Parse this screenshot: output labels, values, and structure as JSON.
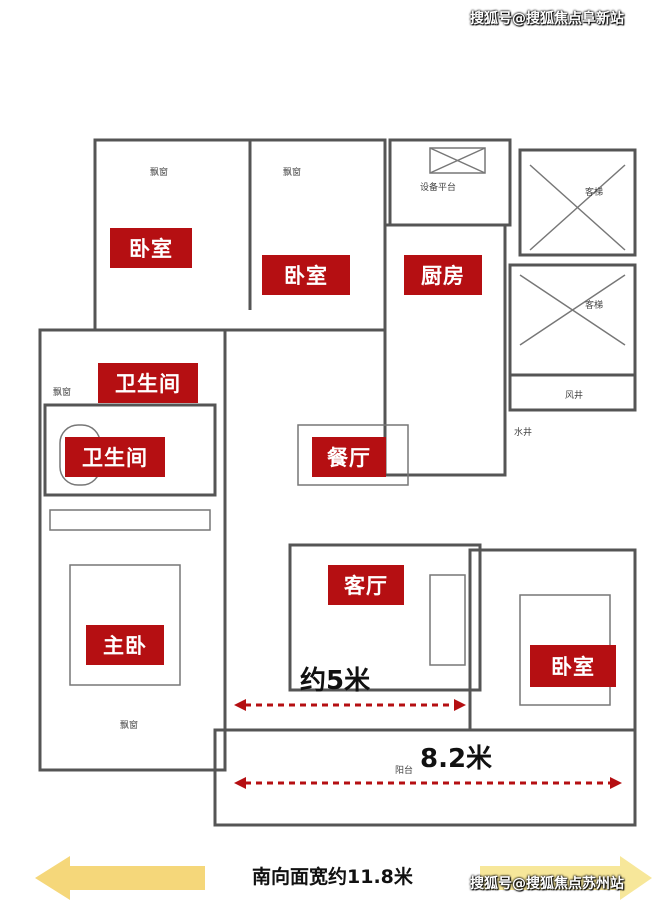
{
  "watermark_top": "搜狐号@搜狐焦点阜新站",
  "watermark_bottom": "搜狐号@搜狐焦点苏州站",
  "rooms": {
    "bedroom1": "卧室",
    "bedroom2": "卧室",
    "kitchen": "厨房",
    "bathroom1": "卫生间",
    "bathroom2": "卫生间",
    "dining": "餐厅",
    "living": "客厅",
    "master": "主卧",
    "bedroom3": "卧室"
  },
  "small_labels": {
    "bay1": "飘窗",
    "bay2": "飘窗",
    "equipment": "设备平台",
    "elevator1": "客梯",
    "elevator2": "客梯",
    "air_shaft": "风井",
    "bay_left": "飘窗",
    "water_shaft": "水井",
    "bay_bottom": "飘窗",
    "balcony": "阳台"
  },
  "dimensions": {
    "living_width": "约5米",
    "balcony_width": "8.2米"
  },
  "footer": "南向面宽约11.8米",
  "colors": {
    "label": "#b50f12",
    "arrow_left": "#f5d77a",
    "arrow_right": "#f7e79a",
    "dimension_line": "#b50f12"
  }
}
